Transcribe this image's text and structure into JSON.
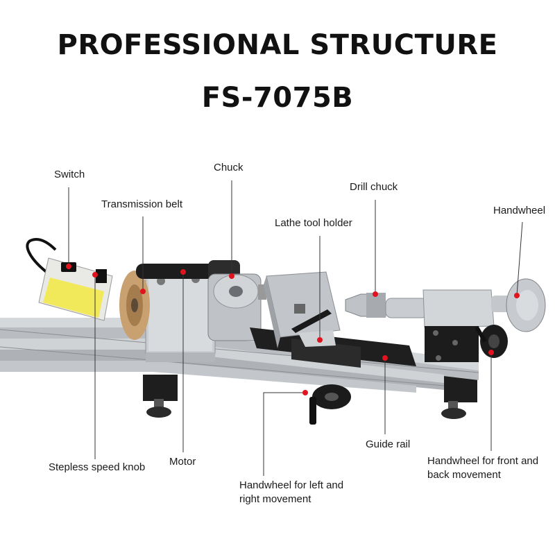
{
  "title": {
    "line1": "PROFESSIONAL STRUCTURE",
    "line2": "FS-7075B"
  },
  "labels": {
    "switch": "Switch",
    "chuck": "Chuck",
    "transmission_belt": "Transmission belt",
    "drill_chuck": "Drill chuck",
    "handwheel": "Handwheel",
    "lathe_tool_holder": "Lathe tool holder",
    "stepless_speed_knob": "Stepless speed knob",
    "motor": "Motor",
    "guide_rail": "Guide rail",
    "handwheel_left_right": "Handwheel for left and right movement",
    "handwheel_front_back": "Handwheel for front and back movement"
  },
  "colors": {
    "marker": "#e0141e",
    "leader": "#333333",
    "metal": "#c8ccd0",
    "dark": "#2a2a2a",
    "belt": "#c9a070",
    "label_panel": "#f2e95a"
  }
}
